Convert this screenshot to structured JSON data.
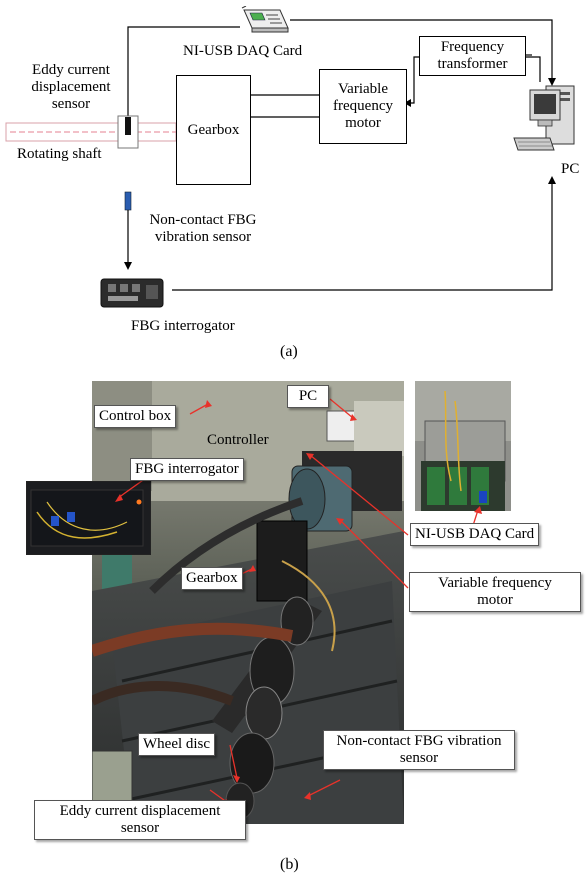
{
  "panel_a": {
    "caption": "(a)",
    "labels": {
      "daq": "NI-USB DAQ Card",
      "eddy_line1": "Eddy current",
      "eddy_line2": "displacement",
      "eddy_line3": "sensor",
      "shaft": "Rotating shaft",
      "fbg_sensor_line1": "Non-contact FBG",
      "fbg_sensor_line2": "vibration sensor",
      "interrogator": "FBG interrogator",
      "pc": "PC"
    },
    "boxes": {
      "gearbox": "Gearbox",
      "motor_line1": "Variable",
      "motor_line2": "frequency",
      "motor_line3": "motor",
      "transformer_line1": "Frequency",
      "transformer_line2": "transformer"
    }
  },
  "panel_b": {
    "caption": "(b)",
    "callouts": {
      "control_box": "Control box",
      "pc": "PC",
      "controller": "Controller",
      "fbg_interrogator": "FBG interrogator",
      "daq": "NI-USB DAQ Card",
      "gearbox": "Gearbox",
      "motor_line1": "Variable frequency",
      "motor_line2": "motor",
      "wheel_disc": "Wheel disc",
      "fbg_sensor_line1": "Non-contact FBG vibration",
      "fbg_sensor_line2": "sensor",
      "eddy_line1": "Eddy current displacement",
      "eddy_line2": "sensor"
    }
  }
}
